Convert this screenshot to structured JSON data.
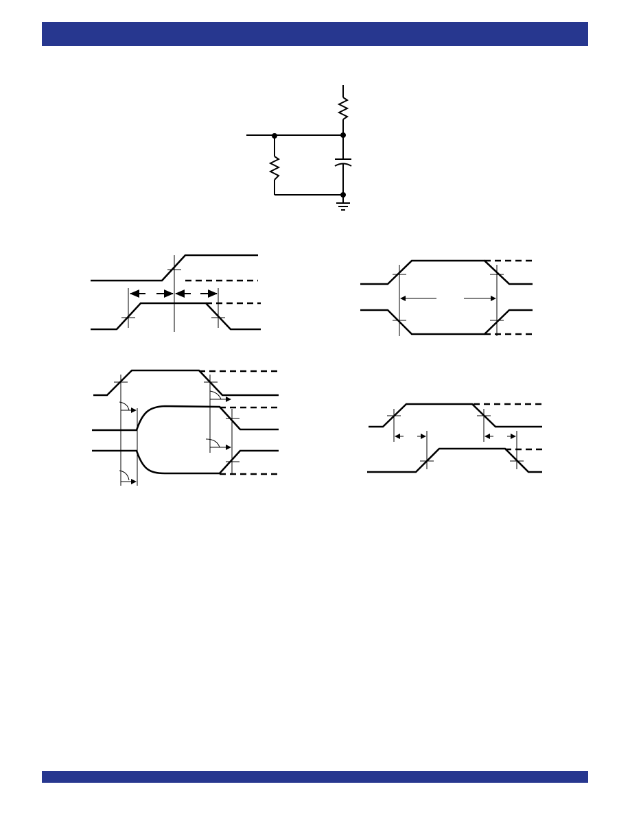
{
  "header": {
    "band_color": "#27378f"
  },
  "footer": {
    "band_color": "#27378f"
  },
  "diagrams": [
    {
      "name": "test-load-circuit"
    },
    {
      "name": "setup-hold-timing"
    },
    {
      "name": "propagation-delay"
    },
    {
      "name": "enable-disable-timing"
    },
    {
      "name": "pulse-width"
    }
  ]
}
